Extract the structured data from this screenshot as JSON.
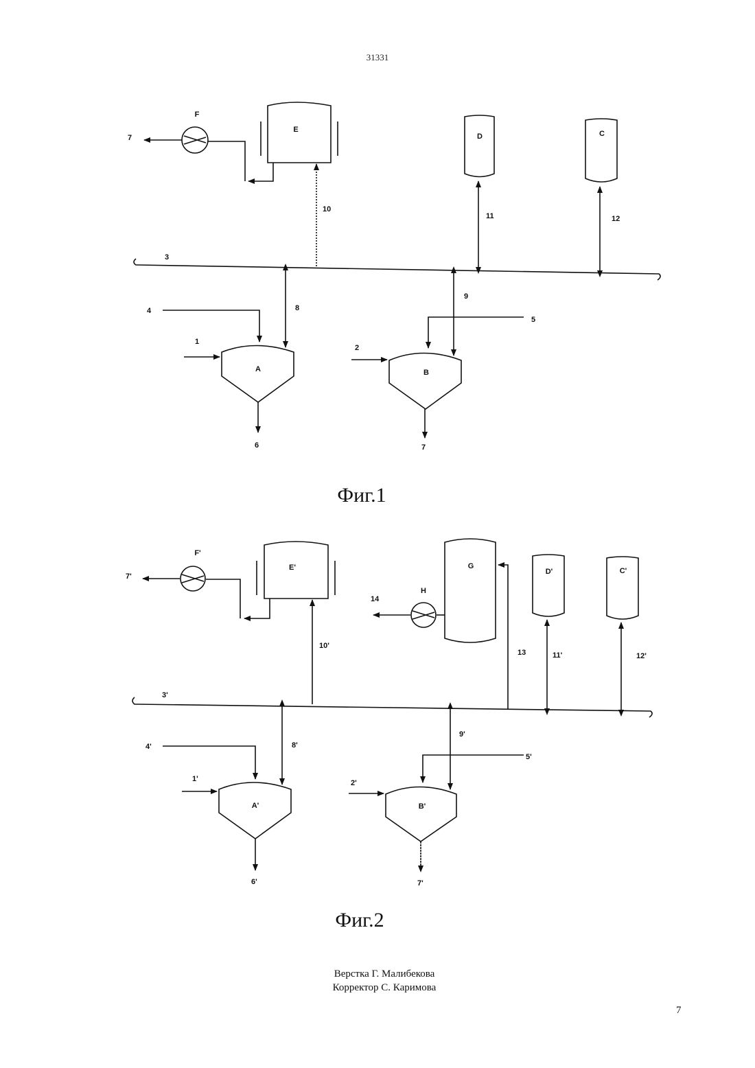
{
  "header": {
    "doc_number": "31331"
  },
  "figure1": {
    "caption": "Фиг.1",
    "units": {
      "A": "A",
      "B": "B",
      "C": "C",
      "D": "D",
      "E": "E",
      "F": "F"
    },
    "streams": {
      "s1": "1",
      "s2": "2",
      "s3": "3",
      "s4": "4",
      "s5": "5",
      "s6": "6",
      "s7_top": "7",
      "s7_bottom": "7",
      "s8": "8",
      "s9": "9",
      "s10": "10",
      "s11": "11",
      "s12": "12"
    }
  },
  "figure2": {
    "caption": "Фиг.2",
    "units": {
      "A": "A'",
      "B": "B'",
      "C": "C'",
      "D": "D'",
      "E": "E'",
      "F": "F'",
      "G": "G",
      "H": "H"
    },
    "streams": {
      "s1": "1'",
      "s2": "2'",
      "s3": "3'",
      "s4": "4'",
      "s5": "5'",
      "s6": "6'",
      "s7_top": "7'",
      "s7_bottom": "7'",
      "s8": "8'",
      "s9": "9'",
      "s10": "10'",
      "s11": "11'",
      "s12": "12'",
      "s13": "13",
      "s14": "14"
    }
  },
  "footer": {
    "layout_by": "Верстка Г. Малибекова",
    "corrector": "Корректор С. Каримова",
    "page_number": "7"
  }
}
